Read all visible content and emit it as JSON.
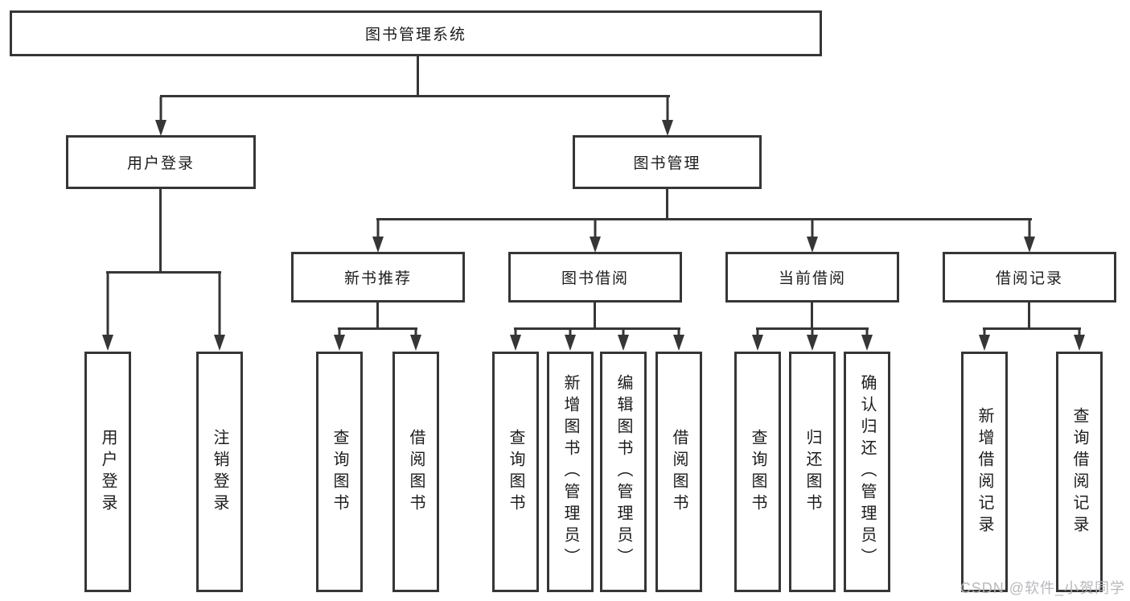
{
  "tree": {
    "root": "图书管理系统",
    "branches": [
      {
        "label": "用户登录",
        "leaves": [
          "用户登录",
          "注销登录"
        ]
      },
      {
        "label": "图书管理",
        "sections": [
          {
            "label": "新书推荐",
            "leaves": [
              "查询图书",
              "借阅图书"
            ]
          },
          {
            "label": "图书借阅",
            "leaves": [
              "查询图书",
              "新增图书（管理员）",
              "编辑图书（管理员）",
              "借阅图书"
            ]
          },
          {
            "label": "当前借阅",
            "leaves": [
              "查询图书",
              "归还图书",
              "确认归还（管理员）"
            ]
          },
          {
            "label": "借阅记录",
            "leaves": [
              "新增借阅记录",
              "查询借阅记录"
            ]
          }
        ]
      }
    ]
  },
  "watermark": "CSDN @软件_小贺同学",
  "colors": {
    "line": "#363636",
    "text": "#1c1c1c",
    "background": "#ffffff",
    "watermark": "#b4b4ba"
  }
}
